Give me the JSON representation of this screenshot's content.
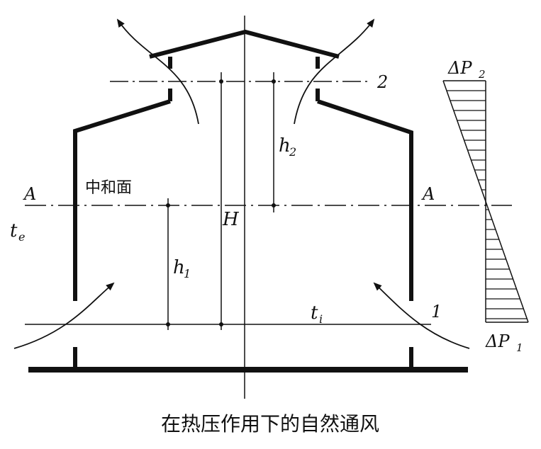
{
  "labels": {
    "level_2": "2",
    "level_1": "1",
    "a_left": "A",
    "a_right": "A",
    "neutral_plane": "中和面",
    "t_e": "t",
    "t_e_sub": "e",
    "t_i": "t",
    "t_i_sub": "i",
    "H": "H",
    "h1": "h",
    "h1_sub": "1",
    "h2": "h",
    "h2_sub": "2",
    "dp2": "ΔP",
    "dp2_sub": "2",
    "dp1": "ΔP",
    "dp1_sub": "1"
  },
  "caption": "在热压作用下的自然通风",
  "colors": {
    "ink": "#111111",
    "paper": "#ffffff"
  }
}
